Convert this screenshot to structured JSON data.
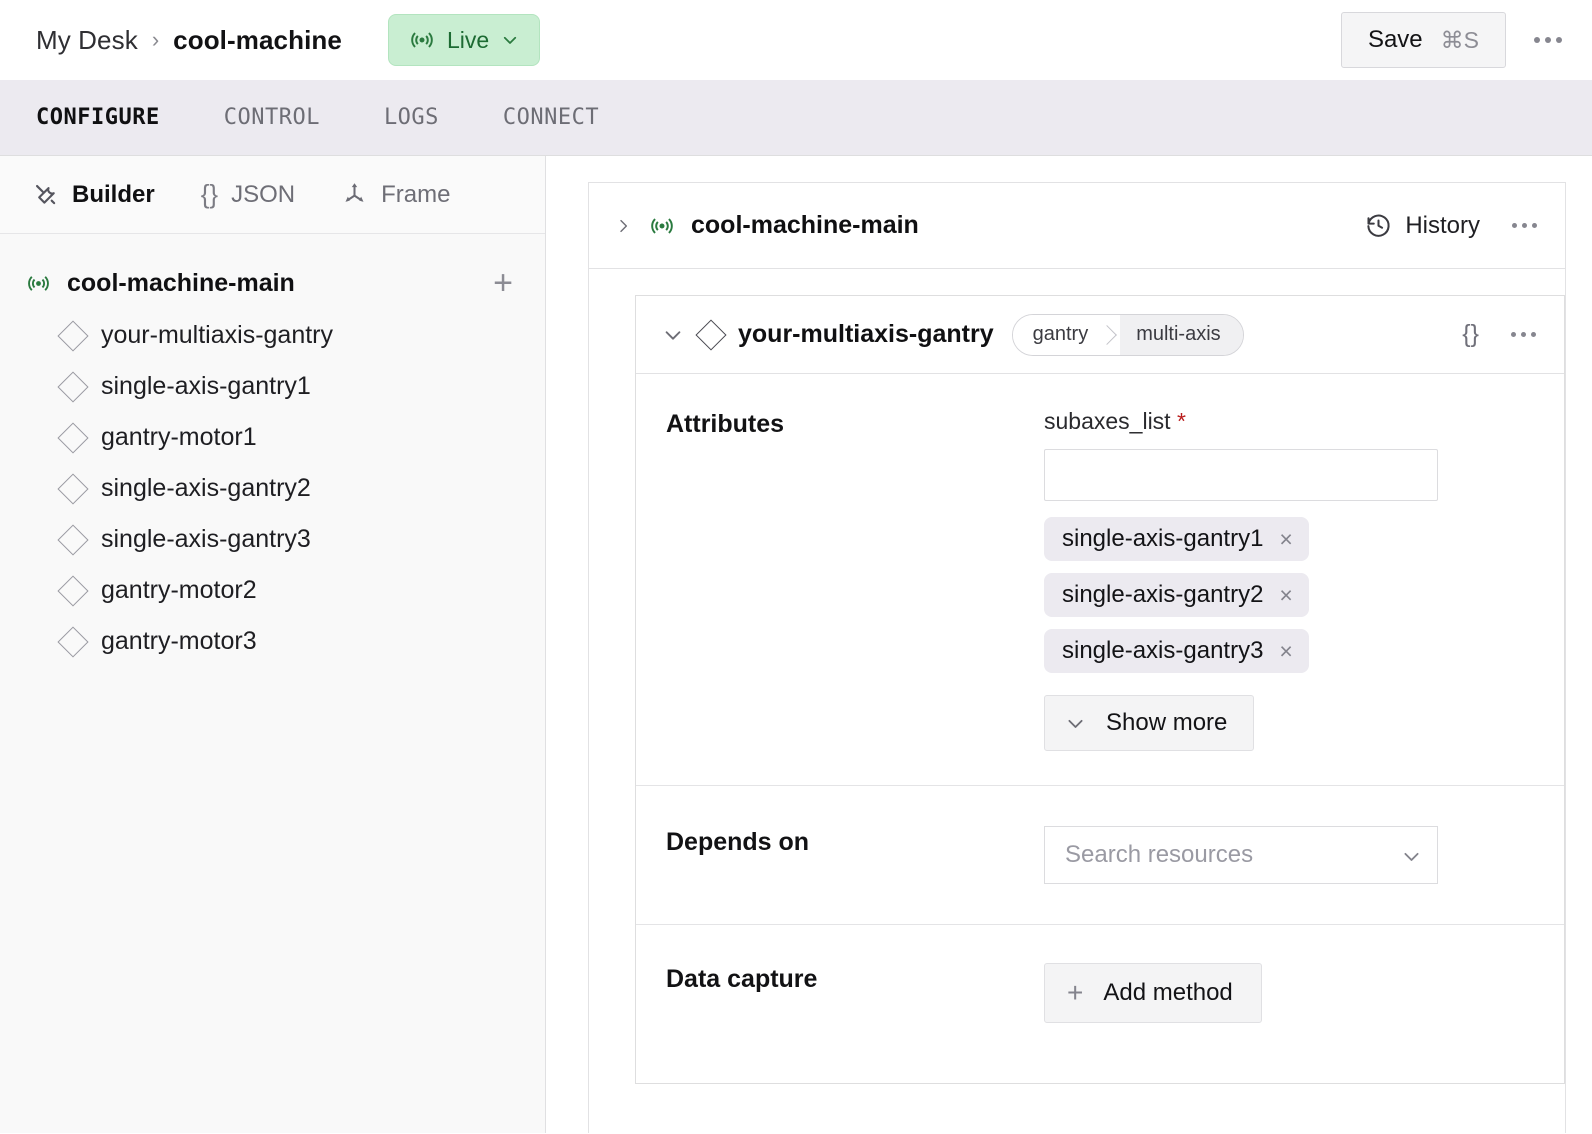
{
  "header": {
    "breadcrumb_root": "My Desk",
    "breadcrumb_sep": "›",
    "breadcrumb_current": "cool-machine",
    "live_badge": {
      "label": "Live",
      "icon": "radar-icon",
      "bg": "#c9eed2",
      "fg": "#1d6b33"
    },
    "save": {
      "label": "Save",
      "shortcut": "⌘S"
    },
    "more_menu": "overflow-menu"
  },
  "tabs": [
    {
      "label": "CONFIGURE",
      "active": true
    },
    {
      "label": "CONTROL",
      "active": false
    },
    {
      "label": "LOGS",
      "active": false
    },
    {
      "label": "CONNECT",
      "active": false
    }
  ],
  "sidebar": {
    "tools": [
      {
        "label": "Builder",
        "icon": "tools-icon",
        "active": true
      },
      {
        "label": "JSON",
        "icon": "braces-icon",
        "active": false
      },
      {
        "label": "Frame",
        "icon": "axes-icon",
        "active": false
      }
    ],
    "tree": {
      "root": {
        "label": "cool-machine-main",
        "icon": "radar-icon"
      },
      "add_label": "+",
      "items": [
        {
          "label": "your-multiaxis-gantry",
          "icon": "diamond-icon"
        },
        {
          "label": "single-axis-gantry1",
          "icon": "diamond-icon"
        },
        {
          "label": "gantry-motor1",
          "icon": "diamond-icon"
        },
        {
          "label": "single-axis-gantry2",
          "icon": "diamond-icon"
        },
        {
          "label": "single-axis-gantry3",
          "icon": "diamond-icon"
        },
        {
          "label": "gantry-motor2",
          "icon": "diamond-icon"
        },
        {
          "label": "gantry-motor3",
          "icon": "diamond-icon"
        }
      ]
    }
  },
  "main": {
    "machine_header": {
      "name": "cool-machine-main",
      "icon": "radar-icon",
      "expand_icon": "chevron-right-icon",
      "history_label": "History",
      "history_icon": "history-clock-icon"
    },
    "resource_card": {
      "collapse_icon": "chevron-down-icon",
      "type_icon": "diamond-icon",
      "title": "your-multiaxis-gantry",
      "pill_primary": "gantry",
      "pill_secondary": "multi-axis",
      "json_label": "{}",
      "rows": [
        {
          "label": "Attributes",
          "field_label": "subaxes_list",
          "required_marker": "*",
          "input_value": "",
          "chips": [
            "single-axis-gantry1",
            "single-axis-gantry2",
            "single-axis-gantry3"
          ],
          "chip_remove_icon": "×",
          "show_more_label": "Show more"
        },
        {
          "label": "Depends on",
          "select_placeholder": "Search resources",
          "select_value": ""
        },
        {
          "label": "Data capture",
          "add_method_label": "Add method",
          "add_method_icon": "+"
        }
      ]
    }
  }
}
